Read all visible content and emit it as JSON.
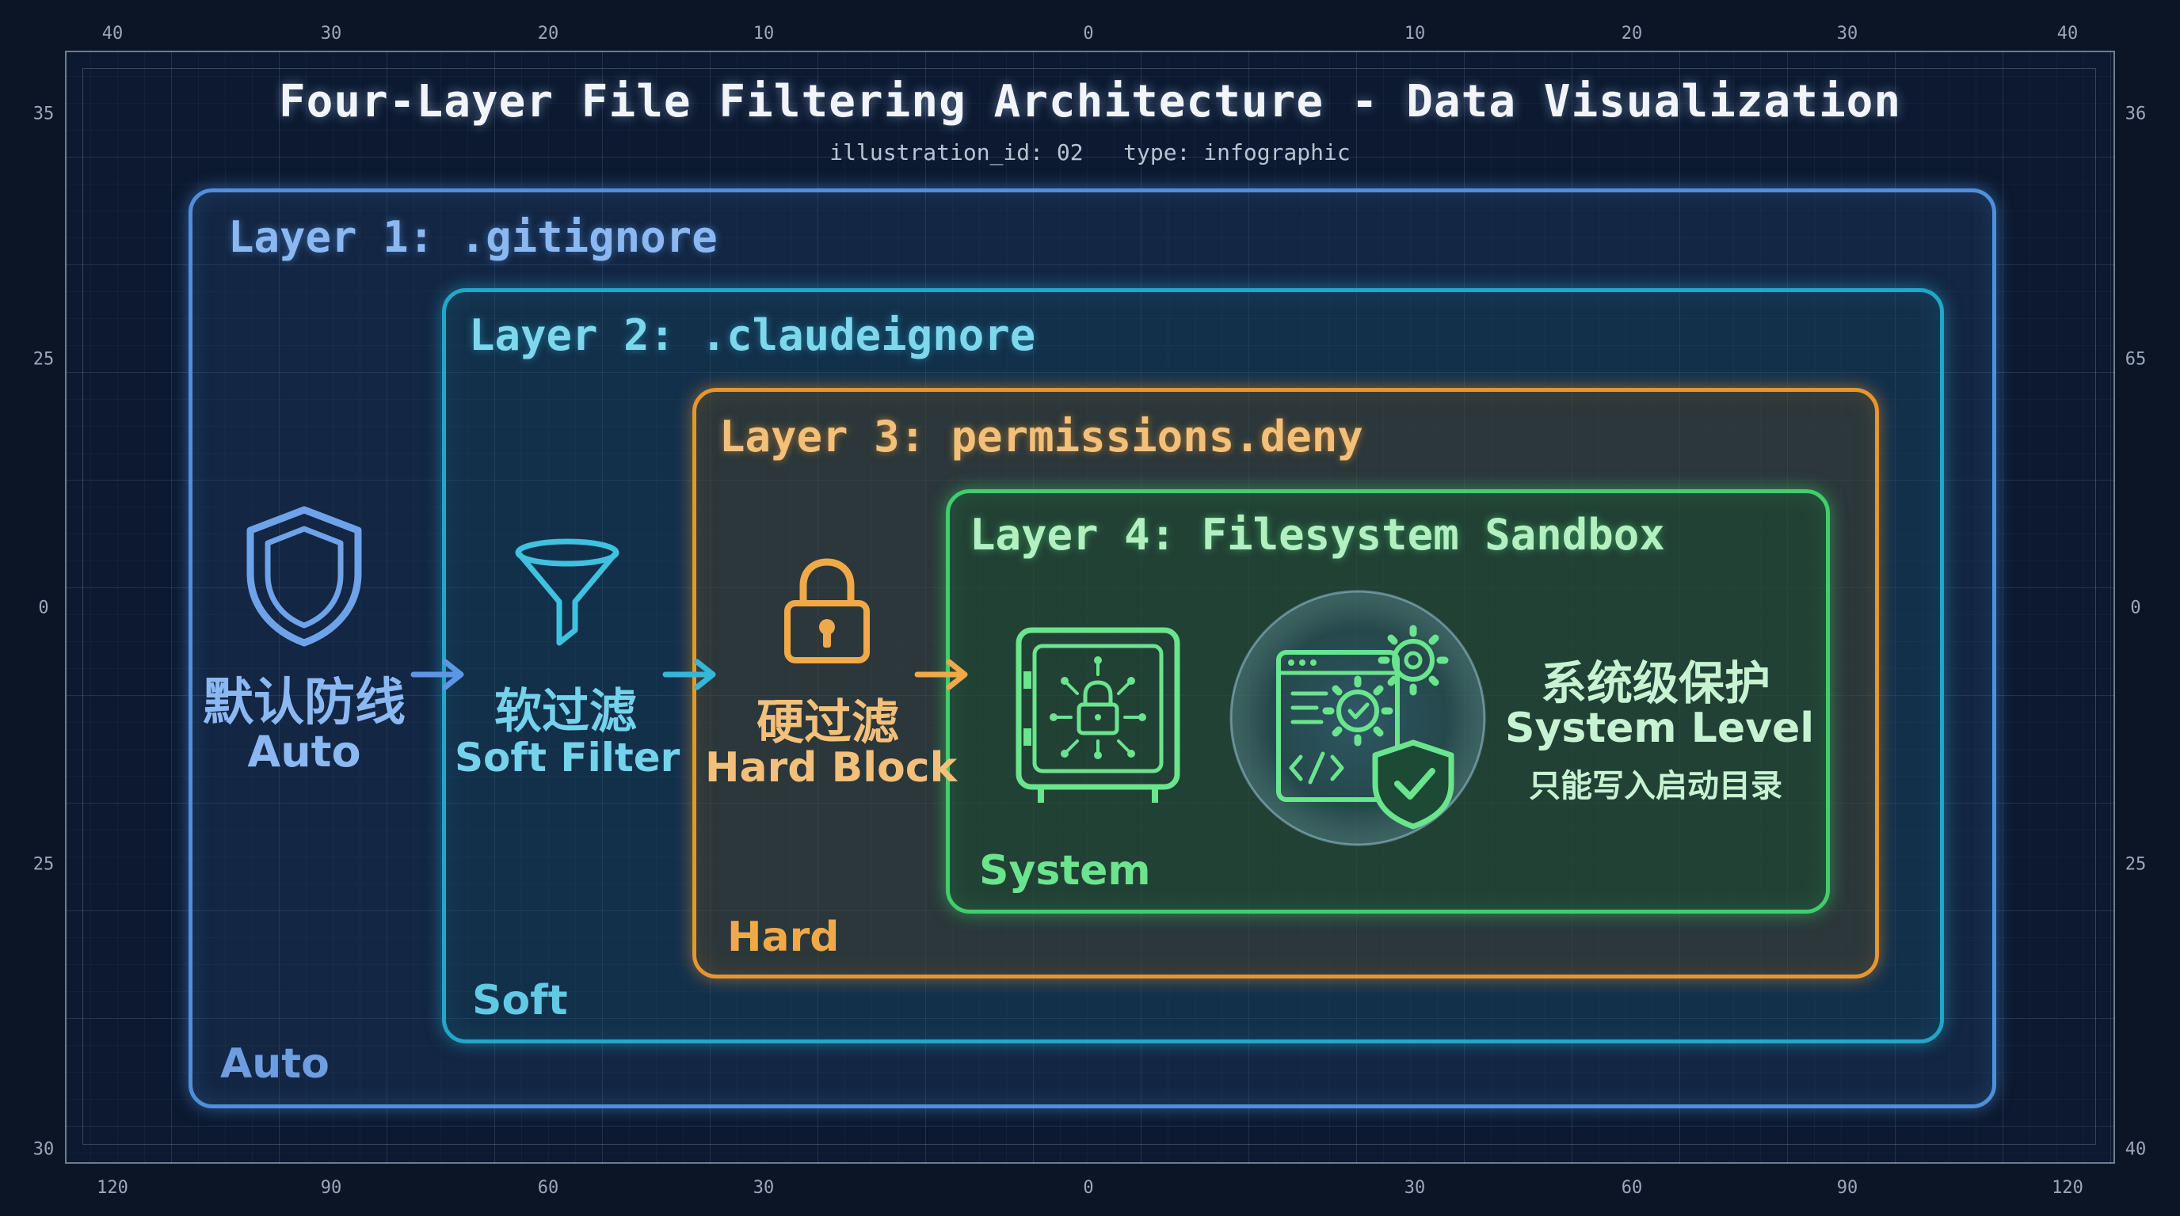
{
  "title": "Four-Layer File Filtering Architecture - Data Visualization",
  "subtitle": "illustration_id: 02   type: infographic",
  "ruler": {
    "top": [
      "40",
      "30",
      "20",
      "10",
      "0",
      "10",
      "20",
      "30",
      "40"
    ],
    "bottom": [
      "120",
      "90",
      "60",
      "30",
      "0",
      "30",
      "60",
      "90",
      "120"
    ],
    "left": [
      "35",
      "25",
      "0",
      "25",
      "30"
    ],
    "right": [
      "36",
      "65",
      "0",
      "25",
      "40"
    ]
  },
  "layers": [
    {
      "title": "Layer 1: .gitignore",
      "tag": "Auto",
      "label_cn": "默认防线",
      "label_en": "Auto",
      "icon": "shield-icon",
      "color": "#4f8fdc"
    },
    {
      "title": "Layer 2: .claudeignore",
      "tag": "Soft",
      "label_cn": "软过滤",
      "label_en": "Soft Filter",
      "icon": "funnel-icon",
      "color": "#22a7c8"
    },
    {
      "title": "Layer 3: permissions.deny",
      "tag": "Hard",
      "label_cn": "硬过滤",
      "label_en": "Hard Block",
      "icon": "lock-icon",
      "color": "#e7962f"
    },
    {
      "title": "Layer 4: Filesystem Sandbox",
      "tag": "System",
      "label_cn": "系统级保护",
      "label_en": "System Level",
      "note_cn": "只能写入启动目录",
      "icons": [
        "safe-lock-icon",
        "code-gear-shield-icon"
      ],
      "color": "#3fcf6c"
    }
  ]
}
